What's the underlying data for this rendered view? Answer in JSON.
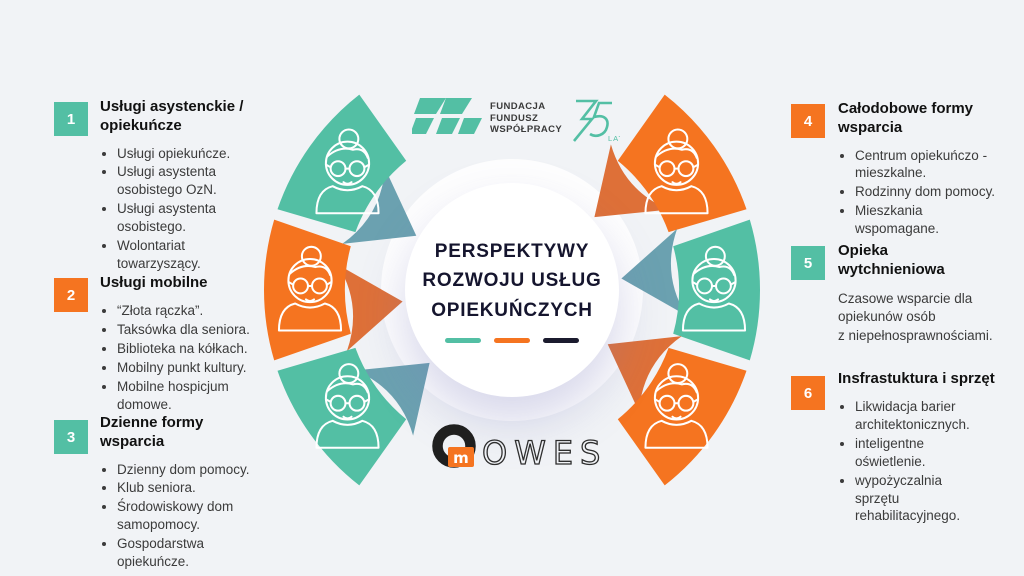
{
  "colors": {
    "background": "#F1F3F6",
    "teal": "#53BFA4",
    "orange": "#F57420",
    "teal_dark": "#6BA1B0",
    "orange_dark": "#DE7038",
    "ink": "#15152E"
  },
  "ffw_logo": {
    "lines": [
      "FUNDACJA",
      "FUNDUSZ",
      "WSPÓŁPRACY"
    ],
    "anniversary_number": "35",
    "anniversary_label": "LAT"
  },
  "center": {
    "title_lines": [
      "PERSPEKTYWY",
      "ROZWOJU USŁUG",
      "OPIEKUŃCZYCH"
    ],
    "dash_colors": [
      "#53BFA4",
      "#F57420",
      "#1B1B2E"
    ]
  },
  "owes_logo": {
    "wordmark": "OWES",
    "mark_letter": "m"
  },
  "sections": [
    {
      "number": "1",
      "accent": "teal",
      "title": "Usługi asystenckie / opiekuńcze",
      "items": [
        "Usługi opiekuńcze.",
        "Usługi asystenta osobistego OzN.",
        "Usługi asystenta osobistego.",
        "Wolontariat towarzyszący."
      ]
    },
    {
      "number": "2",
      "accent": "orange",
      "title": "Usługi mobilne",
      "items": [
        "“Złota rączka”.",
        "Taksówka dla seniora.",
        "Biblioteka na kółkach.",
        "Mobilny punkt kultury.",
        "Mobilne hospicjum domowe."
      ]
    },
    {
      "number": "3",
      "accent": "teal",
      "title": "Dzienne formy wsparcia",
      "items": [
        "Dzienny dom pomocy.",
        "Klub seniora.",
        "Środowiskowy dom samopomocy.",
        "Gospodarstwa opiekuńcze."
      ]
    },
    {
      "number": "4",
      "accent": "orange",
      "title": "Całodobowe formy wsparcia",
      "items": [
        "Centrum opiekuńczo - mieszkalne.",
        "Rodzinny dom pomocy.",
        "Mieszkania wspomagane."
      ]
    },
    {
      "number": "5",
      "accent": "teal",
      "title": "Opieka wytchnieniowa",
      "paragraph": "Czasowe wsparcie dla opiekunów osób z niepełnosprawnościami."
    },
    {
      "number": "6",
      "accent": "orange",
      "title": "Insfrastuktura i sprzęt",
      "items": [
        "Likwidacja barier architektonicznych.",
        "inteligentne oświetlenie.",
        "wypożyczalnia sprzętu rehabilitacyjnego."
      ]
    }
  ],
  "petals": [
    {
      "position": "top-left",
      "color": "teal",
      "icon": "elderly-person"
    },
    {
      "position": "middle-left",
      "color": "orange",
      "icon": "elderly-person"
    },
    {
      "position": "bottom-left",
      "color": "teal",
      "icon": "elderly-person"
    },
    {
      "position": "top-right",
      "color": "orange",
      "icon": "elderly-person"
    },
    {
      "position": "middle-right",
      "color": "teal",
      "icon": "elderly-person"
    },
    {
      "position": "bottom-right",
      "color": "orange",
      "icon": "elderly-person"
    }
  ]
}
